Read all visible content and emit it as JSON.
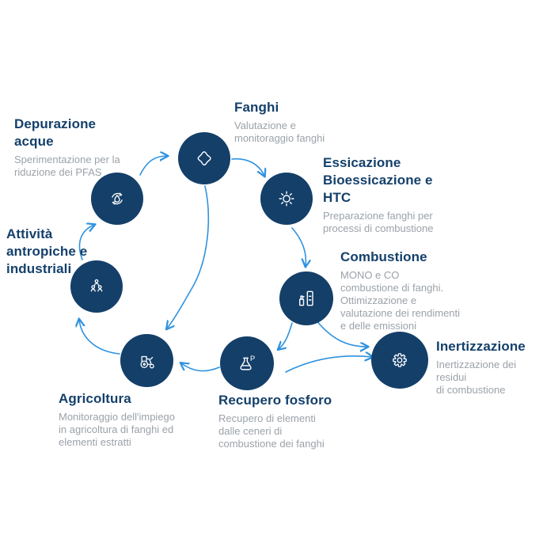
{
  "diagram": {
    "colors": {
      "circle_fill": "#143F69",
      "title_text": "#14406B",
      "subtitle_text": "#9BA2A9",
      "arrow": "#2F92E0",
      "icon_stroke": "#FFFFFF",
      "background": "#FFFFFF"
    },
    "nodes": [
      {
        "id": "fanghi",
        "title": "Fanghi",
        "subtitle": "Valutazione e\nmonitoraggio fanghi",
        "icon": "sludge-blob-icon"
      },
      {
        "id": "essicazione",
        "title": "Essicazione\nBioessicazione e\nHTC",
        "subtitle": "Preparazione fanghi per\nprocessi di combustione",
        "icon": "sun-icon"
      },
      {
        "id": "combustione",
        "title": "Combustione",
        "subtitle": "MONO e CO\ncombustione di fanghi.\nOttimizzazione e\nvalutazione dei rendimenti\ne delle emissioni",
        "icon": "incinerator-icon"
      },
      {
        "id": "inertizzazione",
        "title": "Inertizzazione",
        "subtitle": "Inertizzazione dei residui\ndi combustione",
        "icon": "gear-icon"
      },
      {
        "id": "recupero-fosforo",
        "title": "Recupero fosforo",
        "subtitle": "Recupero di elementi\ndalle ceneri di\ncombustione dei fanghi",
        "icon": "phosphorus-flask-icon"
      },
      {
        "id": "agricoltura",
        "title": "Agricoltura",
        "subtitle": "Monitoraggio dell'impiego\nin agricoltura di fanghi ed\nelementi estratti",
        "icon": "tractor-icon"
      },
      {
        "id": "attivita-antropiche",
        "title": "Attività\nantropiche e\nindustriali",
        "subtitle": "",
        "icon": "people-group-icon"
      },
      {
        "id": "depurazione-acque",
        "title": "Depurazione\nacque",
        "subtitle": "Sperimentazione per la\nriduzione dei PFAS",
        "icon": "water-cycle-icon"
      }
    ],
    "flask_superscript": "P",
    "flows": [
      {
        "from": "attivita-antropiche",
        "to": "depurazione-acque"
      },
      {
        "from": "depurazione-acque",
        "to": "fanghi"
      },
      {
        "from": "fanghi",
        "to": "essicazione"
      },
      {
        "from": "essicazione",
        "to": "combustione"
      },
      {
        "from": "combustione",
        "to": "recupero-fosforo"
      },
      {
        "from": "combustione",
        "to": "inertizzazione"
      },
      {
        "from": "recupero-fosforo",
        "to": "inertizzazione"
      },
      {
        "from": "fanghi",
        "to": "agricoltura"
      },
      {
        "from": "recupero-fosforo",
        "to": "agricoltura"
      },
      {
        "from": "agricoltura",
        "to": "attivita-antropiche"
      }
    ]
  }
}
